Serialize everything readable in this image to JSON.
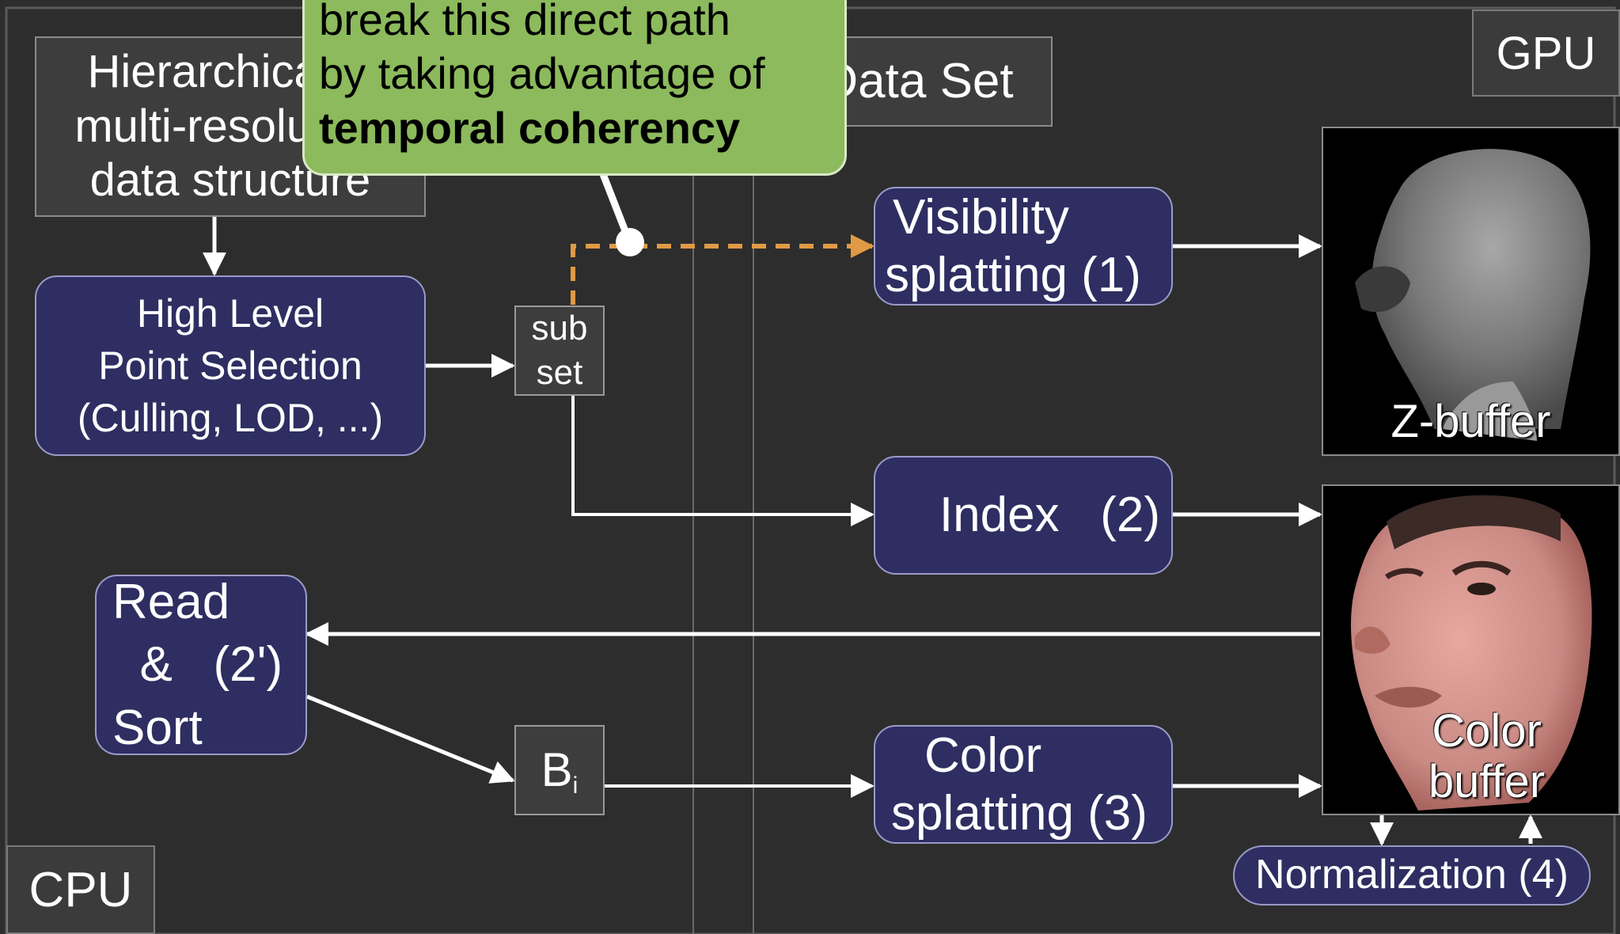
{
  "labels": {
    "cpu": "CPU",
    "gpu": "GPU"
  },
  "boxes": {
    "hierarchical": {
      "line1": "Hierarchical &",
      "line2": "multi-resolution",
      "line3": "data structure"
    },
    "dataset": "Data Set",
    "highlevel": {
      "line1": "High Level",
      "line2": "Point Selection",
      "line3": "(Culling, LOD, ...)"
    },
    "subset": {
      "line1": "sub",
      "line2": "set"
    },
    "visibility": {
      "line1": "Visibility",
      "line2": "splatting  (1)"
    },
    "index": "Index   (2)",
    "readsort": {
      "line1": "Read",
      "line2": "  &   (2')",
      "line3": "Sort"
    },
    "bi": {
      "main": "B",
      "sub": "i"
    },
    "color": {
      "line1": "Color",
      "line2": "splatting  (3)"
    },
    "normalization": "Normalization (4)"
  },
  "images": {
    "zbuffer": "Z-buffer",
    "colorbuffer": {
      "line1": "Color",
      "line2": "buffer"
    }
  },
  "callout": {
    "line1": "break this direct path",
    "line2": "by taking advantage of",
    "line3": "temporal coherency"
  },
  "colors": {
    "background": "#2d2d2d",
    "navy_box": "#2e2e62",
    "callout_green": "#8cba5c",
    "dashed_arrow": "#e09a45"
  }
}
